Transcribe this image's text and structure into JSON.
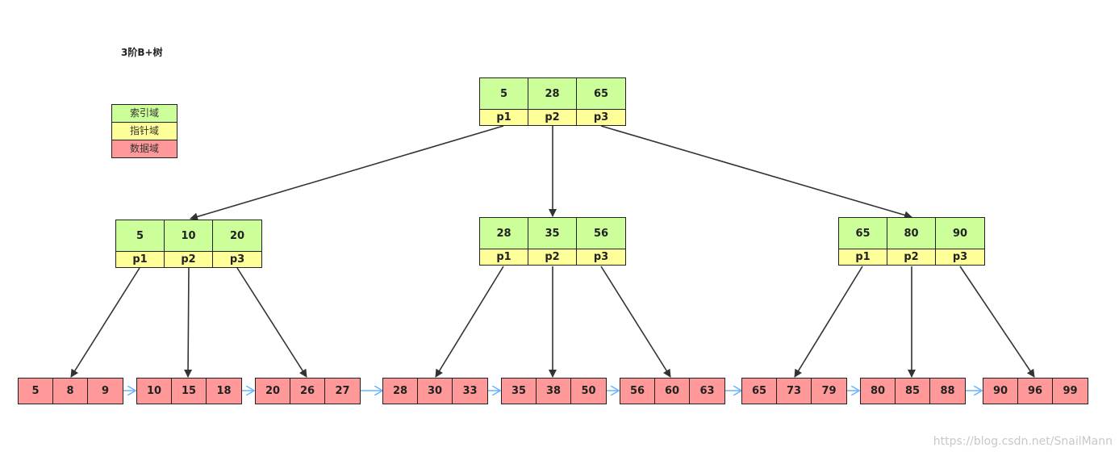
{
  "title": "3阶B+树",
  "legend": {
    "index": "索引域",
    "pointer": "指针域",
    "data": "数据域"
  },
  "root": {
    "keys": [
      "5",
      "28",
      "65"
    ],
    "pointers": [
      "p1",
      "p2",
      "p3"
    ]
  },
  "internal": [
    {
      "keys": [
        "5",
        "10",
        "20"
      ],
      "pointers": [
        "p1",
        "p2",
        "p3"
      ]
    },
    {
      "keys": [
        "28",
        "35",
        "56"
      ],
      "pointers": [
        "p1",
        "p2",
        "p3"
      ]
    },
    {
      "keys": [
        "65",
        "80",
        "90"
      ],
      "pointers": [
        "p1",
        "p2",
        "p3"
      ]
    }
  ],
  "leaves": [
    [
      "5",
      "8",
      "9"
    ],
    [
      "10",
      "15",
      "18"
    ],
    [
      "20",
      "26",
      "27"
    ],
    [
      "28",
      "30",
      "33"
    ],
    [
      "35",
      "38",
      "50"
    ],
    [
      "56",
      "60",
      "63"
    ],
    [
      "65",
      "73",
      "79"
    ],
    [
      "80",
      "85",
      "88"
    ],
    [
      "90",
      "96",
      "99"
    ]
  ],
  "watermark": "https://blog.csdn.net/SnailMann",
  "colors": {
    "index": "#ccff99",
    "pointer": "#ffff99",
    "data": "#ff9999",
    "tree_edge": "#333333",
    "leaf_link": "#66b3ff"
  }
}
